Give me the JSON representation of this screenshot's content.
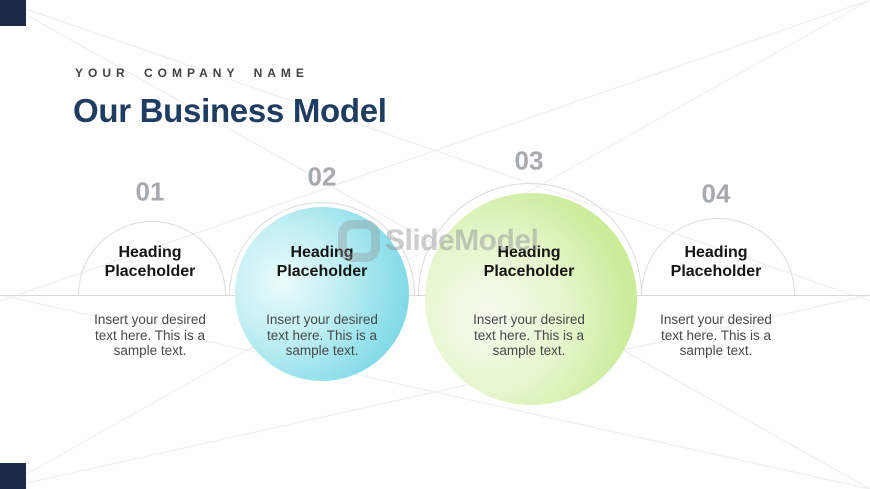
{
  "slide": {
    "company_name": "YOUR COMPANY NAME",
    "title": "Our Business Model",
    "watermark_text": "SlideModel",
    "colors": {
      "title": "#1f3c61",
      "company_name": "#3f4345",
      "corner_accent": "#1a2944",
      "step_number": "#a6abaf",
      "heading": "#141414",
      "body": "#46494b",
      "timeline": "#d9d9d9",
      "circle_outline": "#dadcdd",
      "cyan_circle": "#67d1e2",
      "green_circle": "#bfe87e"
    },
    "steps": [
      {
        "number": "01",
        "heading": "Heading Placeholder",
        "body": "Insert your desired text here. This is a sample text.",
        "style": "outline"
      },
      {
        "number": "02",
        "heading": "Heading Placeholder",
        "body": "Insert your desired text here. This is a sample text.",
        "style": "cyan-gradient"
      },
      {
        "number": "03",
        "heading": "Heading Placeholder",
        "body": "Insert your desired text here. This is a sample text.",
        "style": "green-gradient"
      },
      {
        "number": "04",
        "heading": "Heading Placeholder",
        "body": "Insert your desired text here. This is a sample text.",
        "style": "outline"
      }
    ]
  }
}
